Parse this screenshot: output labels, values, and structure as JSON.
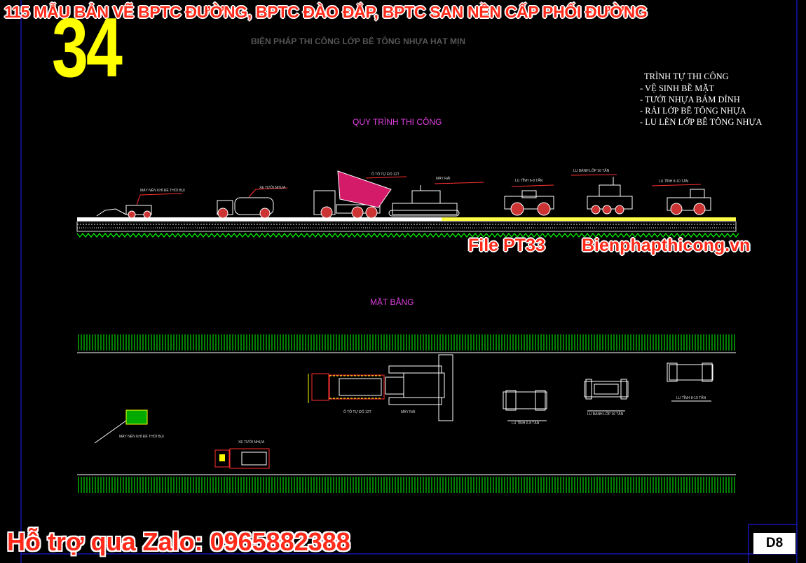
{
  "banner": "115 MẪU BẢN VẼ BPTC ĐƯỜNG, BPTC ĐÀO ĐẮP, BPTC SAN NỀN CẤP PHỐI ĐƯỜNG",
  "big_number": "34",
  "sheet_title": "BIỆN PHÁP THI CÔNG LỚP BÊ TÔNG NHỰA HẠT MỊN",
  "procedure": {
    "heading": "TRÌNH TỰ THI CÔNG",
    "items": [
      "- VỆ SINH BỀ MẶT",
      "- TƯỚI NHỰA BÁM DÍNH",
      "- RẢI LỚP BÊ TÔNG NHỰA",
      "- LU LÈN LỚP BÊ TÔNG NHỰA"
    ]
  },
  "section_process": "QUY TRÌNH THI CÔNG",
  "section_plan": "MẶT BẰNG",
  "file_label": "File PT33",
  "website": "Bienphapthicong.vn",
  "support": "Hỗ trợ qua Zalo: 0965882388",
  "sheet_code": "D8",
  "equipment_labels": {
    "blower": "MÁY NÉN KHÍ ĐỂ THỔI BỤI",
    "sprayer": "XE TƯỚI NHỰA",
    "dump_truck": "Ô TÔ TỰ ĐỔ 12T",
    "paver": "MÁY RẢI",
    "steel_roller": "LU TĨNH 6-8 TẤN",
    "tire_roller": "LU BÁNH LỐP 16 TẤN",
    "static_roller": "LU TĨNH 8-10 TẤN"
  },
  "colors": {
    "banner_red": "#ff2a1a",
    "number_yellow": "#ffff00",
    "cad_magenta": "#e040e0",
    "cad_green": "#00ff00",
    "cad_red": "#ff3030",
    "frame_blue": "#2020ff"
  }
}
